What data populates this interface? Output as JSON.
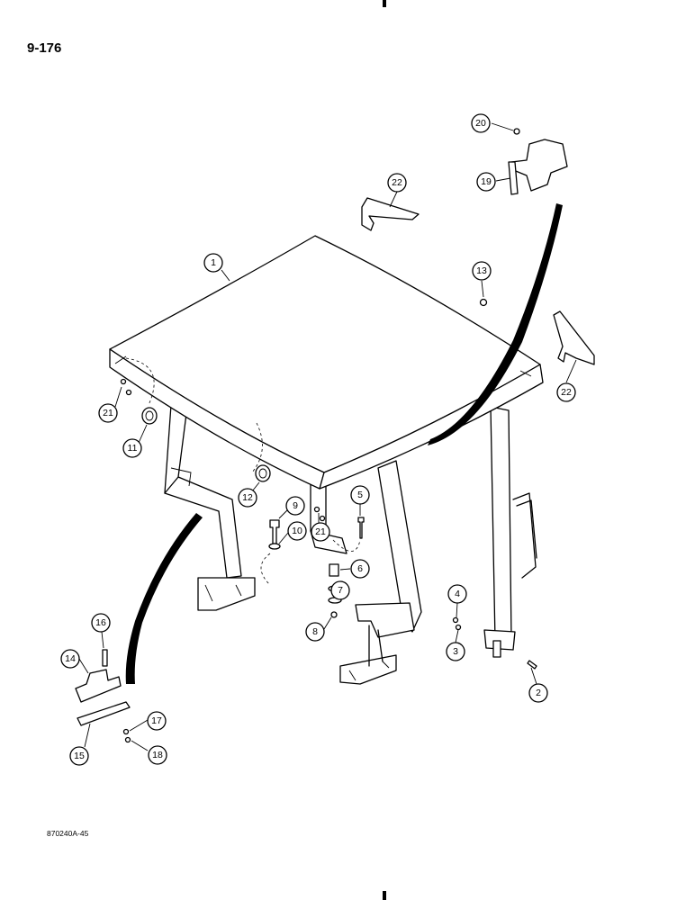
{
  "page_number": "9-176",
  "figure_reference": "870240A-45",
  "callouts": [
    "1",
    "2",
    "3",
    "4",
    "5",
    "6",
    "7",
    "8",
    "9",
    "10",
    "11",
    "12",
    "13",
    "14",
    "15",
    "16",
    "17",
    "18",
    "19",
    "20",
    "21",
    "21",
    "22",
    "22"
  ]
}
